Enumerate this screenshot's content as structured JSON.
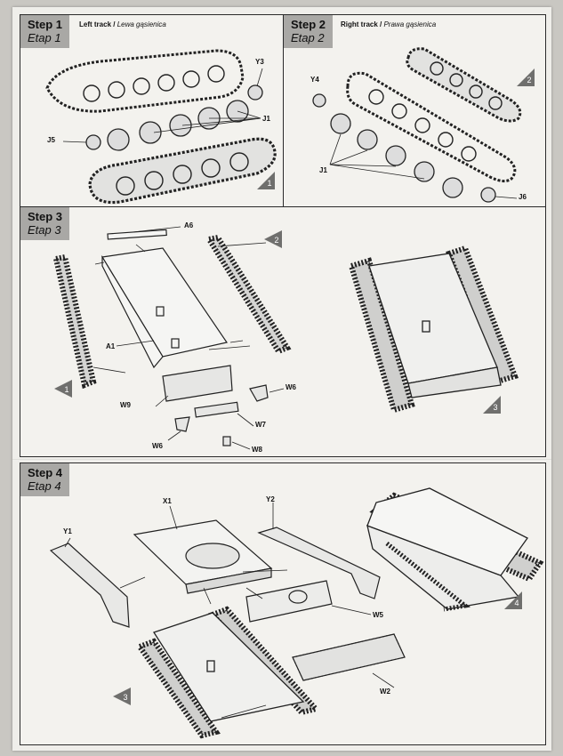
{
  "steps": {
    "s1": {
      "title": "Step 1",
      "subtitle": "Etap 1",
      "caption_en": "Left track",
      "caption_sep": " / ",
      "caption_pl": "Lewa gąsienica",
      "badge": "1",
      "labels": {
        "y3": "Y3",
        "j1": "J1",
        "j5": "J5"
      }
    },
    "s2": {
      "title": "Step 2",
      "subtitle": "Etap 2",
      "caption_en": "Right track",
      "caption_sep": " / ",
      "caption_pl": "Prawa gąsienica",
      "badge": "2",
      "labels": {
        "y4": "Y4",
        "j1": "J1",
        "j6": "J6"
      }
    },
    "s3": {
      "title": "Step 3",
      "subtitle": "Etap 3",
      "badge_in1": "1",
      "badge_in2": "2",
      "badge_out": "3",
      "labels": {
        "a6": "A6",
        "a1": "A1",
        "w9": "W9",
        "w6a": "W6",
        "w6b": "W6",
        "w7": "W7",
        "w8": "W8"
      }
    },
    "s4": {
      "title": "Step 4",
      "subtitle": "Etap 4",
      "badge_in": "3",
      "badge_out": "4",
      "labels": {
        "x1": "X1",
        "y2": "Y2",
        "y1": "Y1",
        "w5": "W5",
        "w2": "W2"
      }
    }
  },
  "colors": {
    "panel_border": "#2a2a2a",
    "header_bg": "#a9a8a5",
    "badge_fill": "#6f6f6d",
    "line": "#222222"
  }
}
